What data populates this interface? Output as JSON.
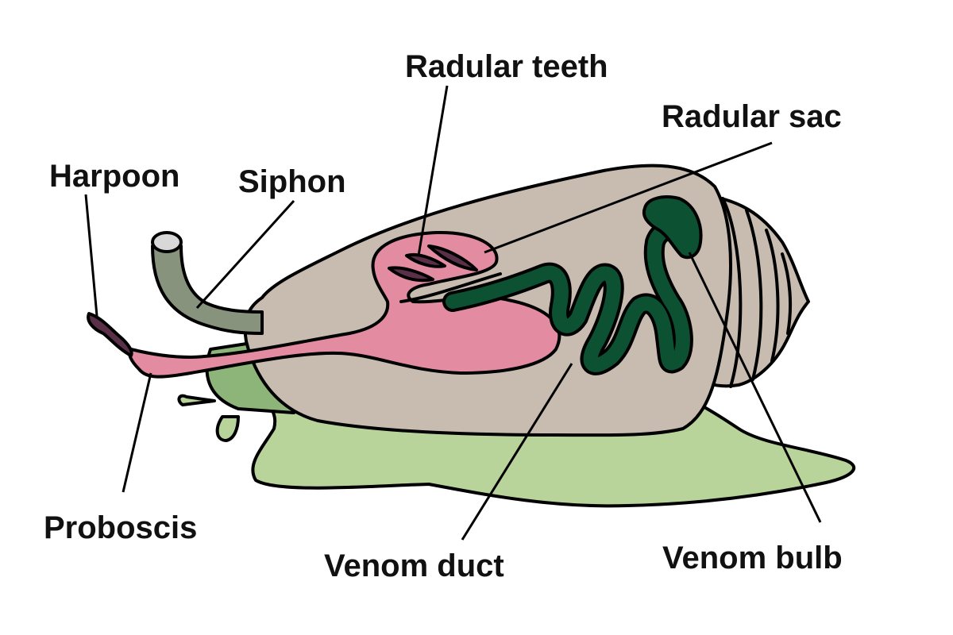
{
  "diagram": {
    "subject": "cone snail anatomy",
    "labels": {
      "radular_teeth": "Radular teeth",
      "radular_sac": "Radular sac",
      "harpoon": "Harpoon",
      "siphon": "Siphon",
      "proboscis": "Proboscis",
      "venom_duct": "Venom duct",
      "venom_bulb": "Venom bulb"
    }
  },
  "colors": {
    "foot": "#b9d49a",
    "foot_dark": "#8db57a",
    "shell": "#c8bcb1",
    "pink": "#e38ba1",
    "venom": "#0c5132",
    "siphon": "#88937e",
    "siphon_tip": "#d8d8d8",
    "harpoon": "#5a3048",
    "outline": "#000000"
  }
}
